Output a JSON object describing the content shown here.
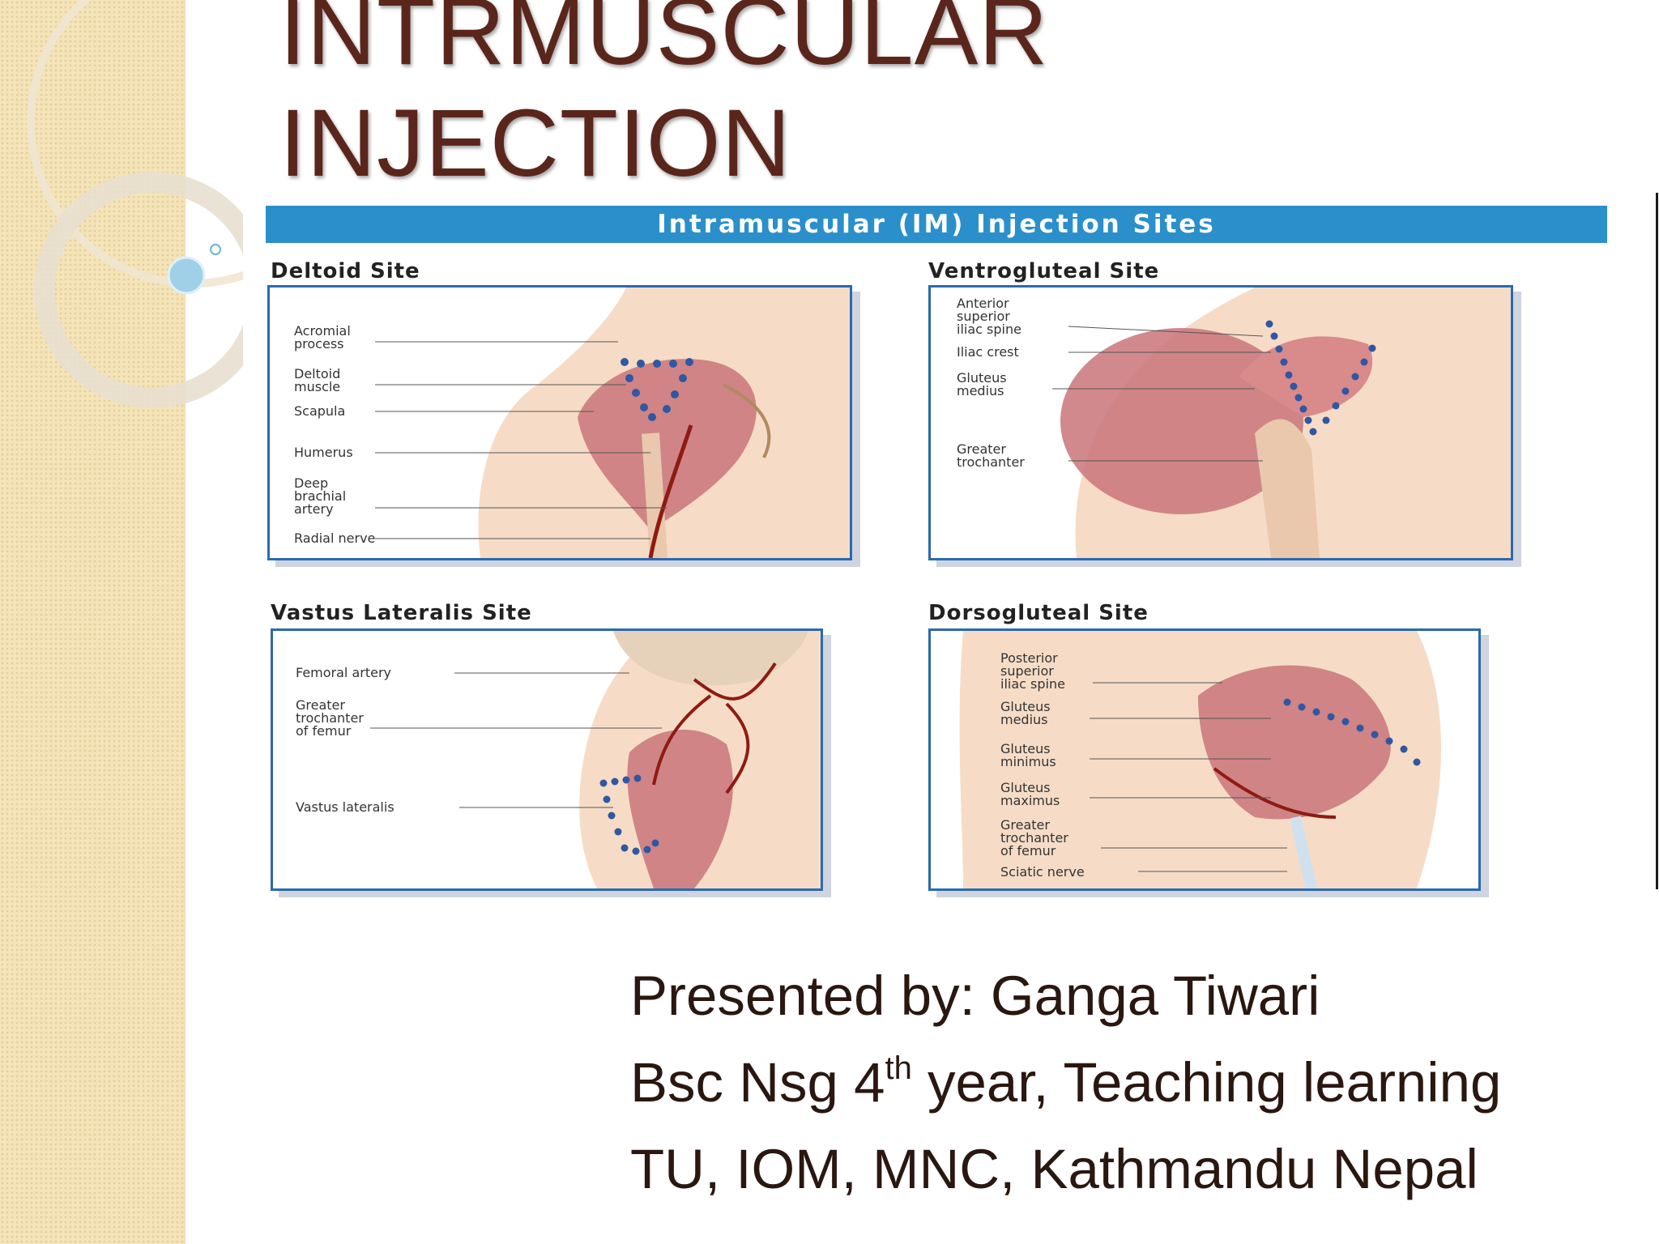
{
  "slide": {
    "title_line1": "INTRMUSCULAR",
    "title_line2": "INJECTION"
  },
  "figure": {
    "banner": "Intramuscular (IM) Injection Sites",
    "panels": [
      {
        "title": "Deltoid Site",
        "labels": [
          "Acromial\nprocess",
          "Deltoid\nmuscle",
          "Scapula",
          "Humerus",
          "Deep\nbrachial\nartery",
          "Radial nerve"
        ]
      },
      {
        "title": "Ventrogluteal Site",
        "labels": [
          "Anterior\nsuperior\niliac spine",
          "Iliac crest",
          "Gluteus\nmedius",
          "Greater\ntrochanter"
        ]
      },
      {
        "title": "Vastus Lateralis Site",
        "labels": [
          "Femoral artery",
          "Greater\ntrochanter\nof femur",
          "Vastus lateralis"
        ]
      },
      {
        "title": "Dorsogluteal Site",
        "labels": [
          "Posterior\nsuperior\niliac spine",
          "Gluteus\nmedius",
          "Gluteus\nminimus",
          "Gluteus\nmaximus",
          "Greater\ntrochanter\nof femur",
          "Sciatic nerve"
        ]
      }
    ]
  },
  "presenter": {
    "line1": "Presented by: Ganga Tiwari",
    "line2_pre": "Bsc Nsg 4",
    "line2_sup": "th",
    "line2_post": " year, Teaching learning",
    "line3": "TU, IOM, MNC, Kathmandu Nepal"
  },
  "colors": {
    "title": "#5a261b",
    "banner": "#2b8fcb",
    "panel_border": "#2a6ab0",
    "sidebar": "#f4e4b8",
    "skin": "#f6dcc6",
    "muscle": "#c9747a",
    "injection_dots": "#2f57a3"
  }
}
